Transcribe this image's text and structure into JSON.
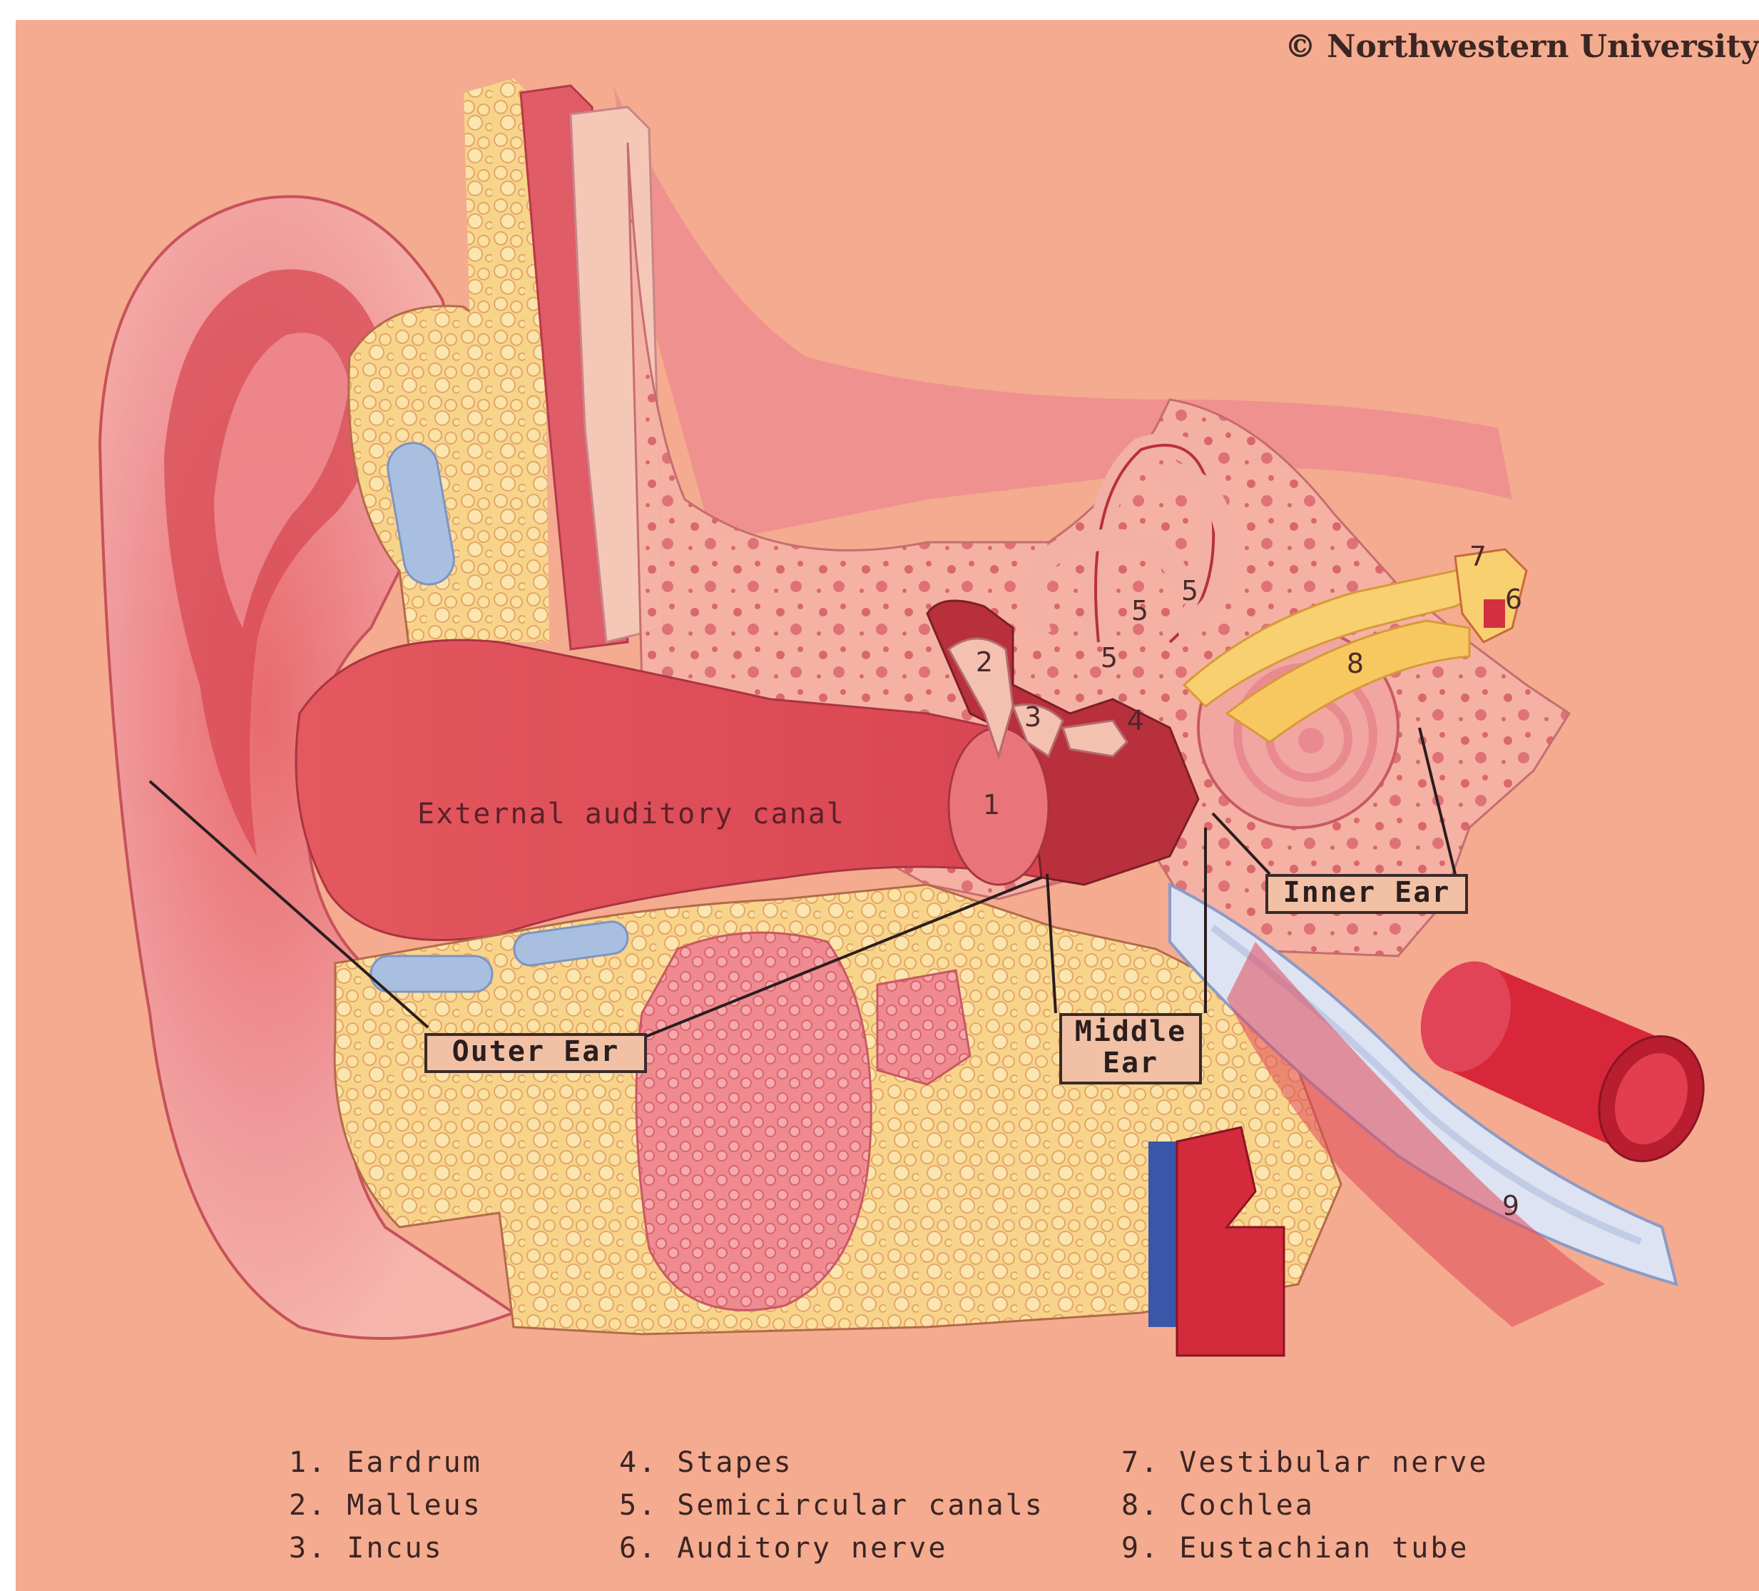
{
  "copyright": "© Northwestern University",
  "canal_label": "External auditory canal",
  "numbers": [
    "1",
    "2",
    "3",
    "4",
    "5",
    "5",
    "5",
    "6",
    "7",
    "8",
    "9"
  ],
  "regions": {
    "outer": "Outer Ear",
    "middle_line1": "Middle",
    "middle_line2": "Ear",
    "inner": "Inner Ear"
  },
  "legend": {
    "col1": [
      "1. Eardrum",
      "2. Malleus",
      "3. Incus"
    ],
    "col2": [
      "4. Stapes",
      "5. Semicircular canals",
      "6. Auditory nerve"
    ],
    "col3": [
      "7. Vestibular nerve",
      "8. Cochlea",
      "9. Eustachian tube"
    ]
  }
}
